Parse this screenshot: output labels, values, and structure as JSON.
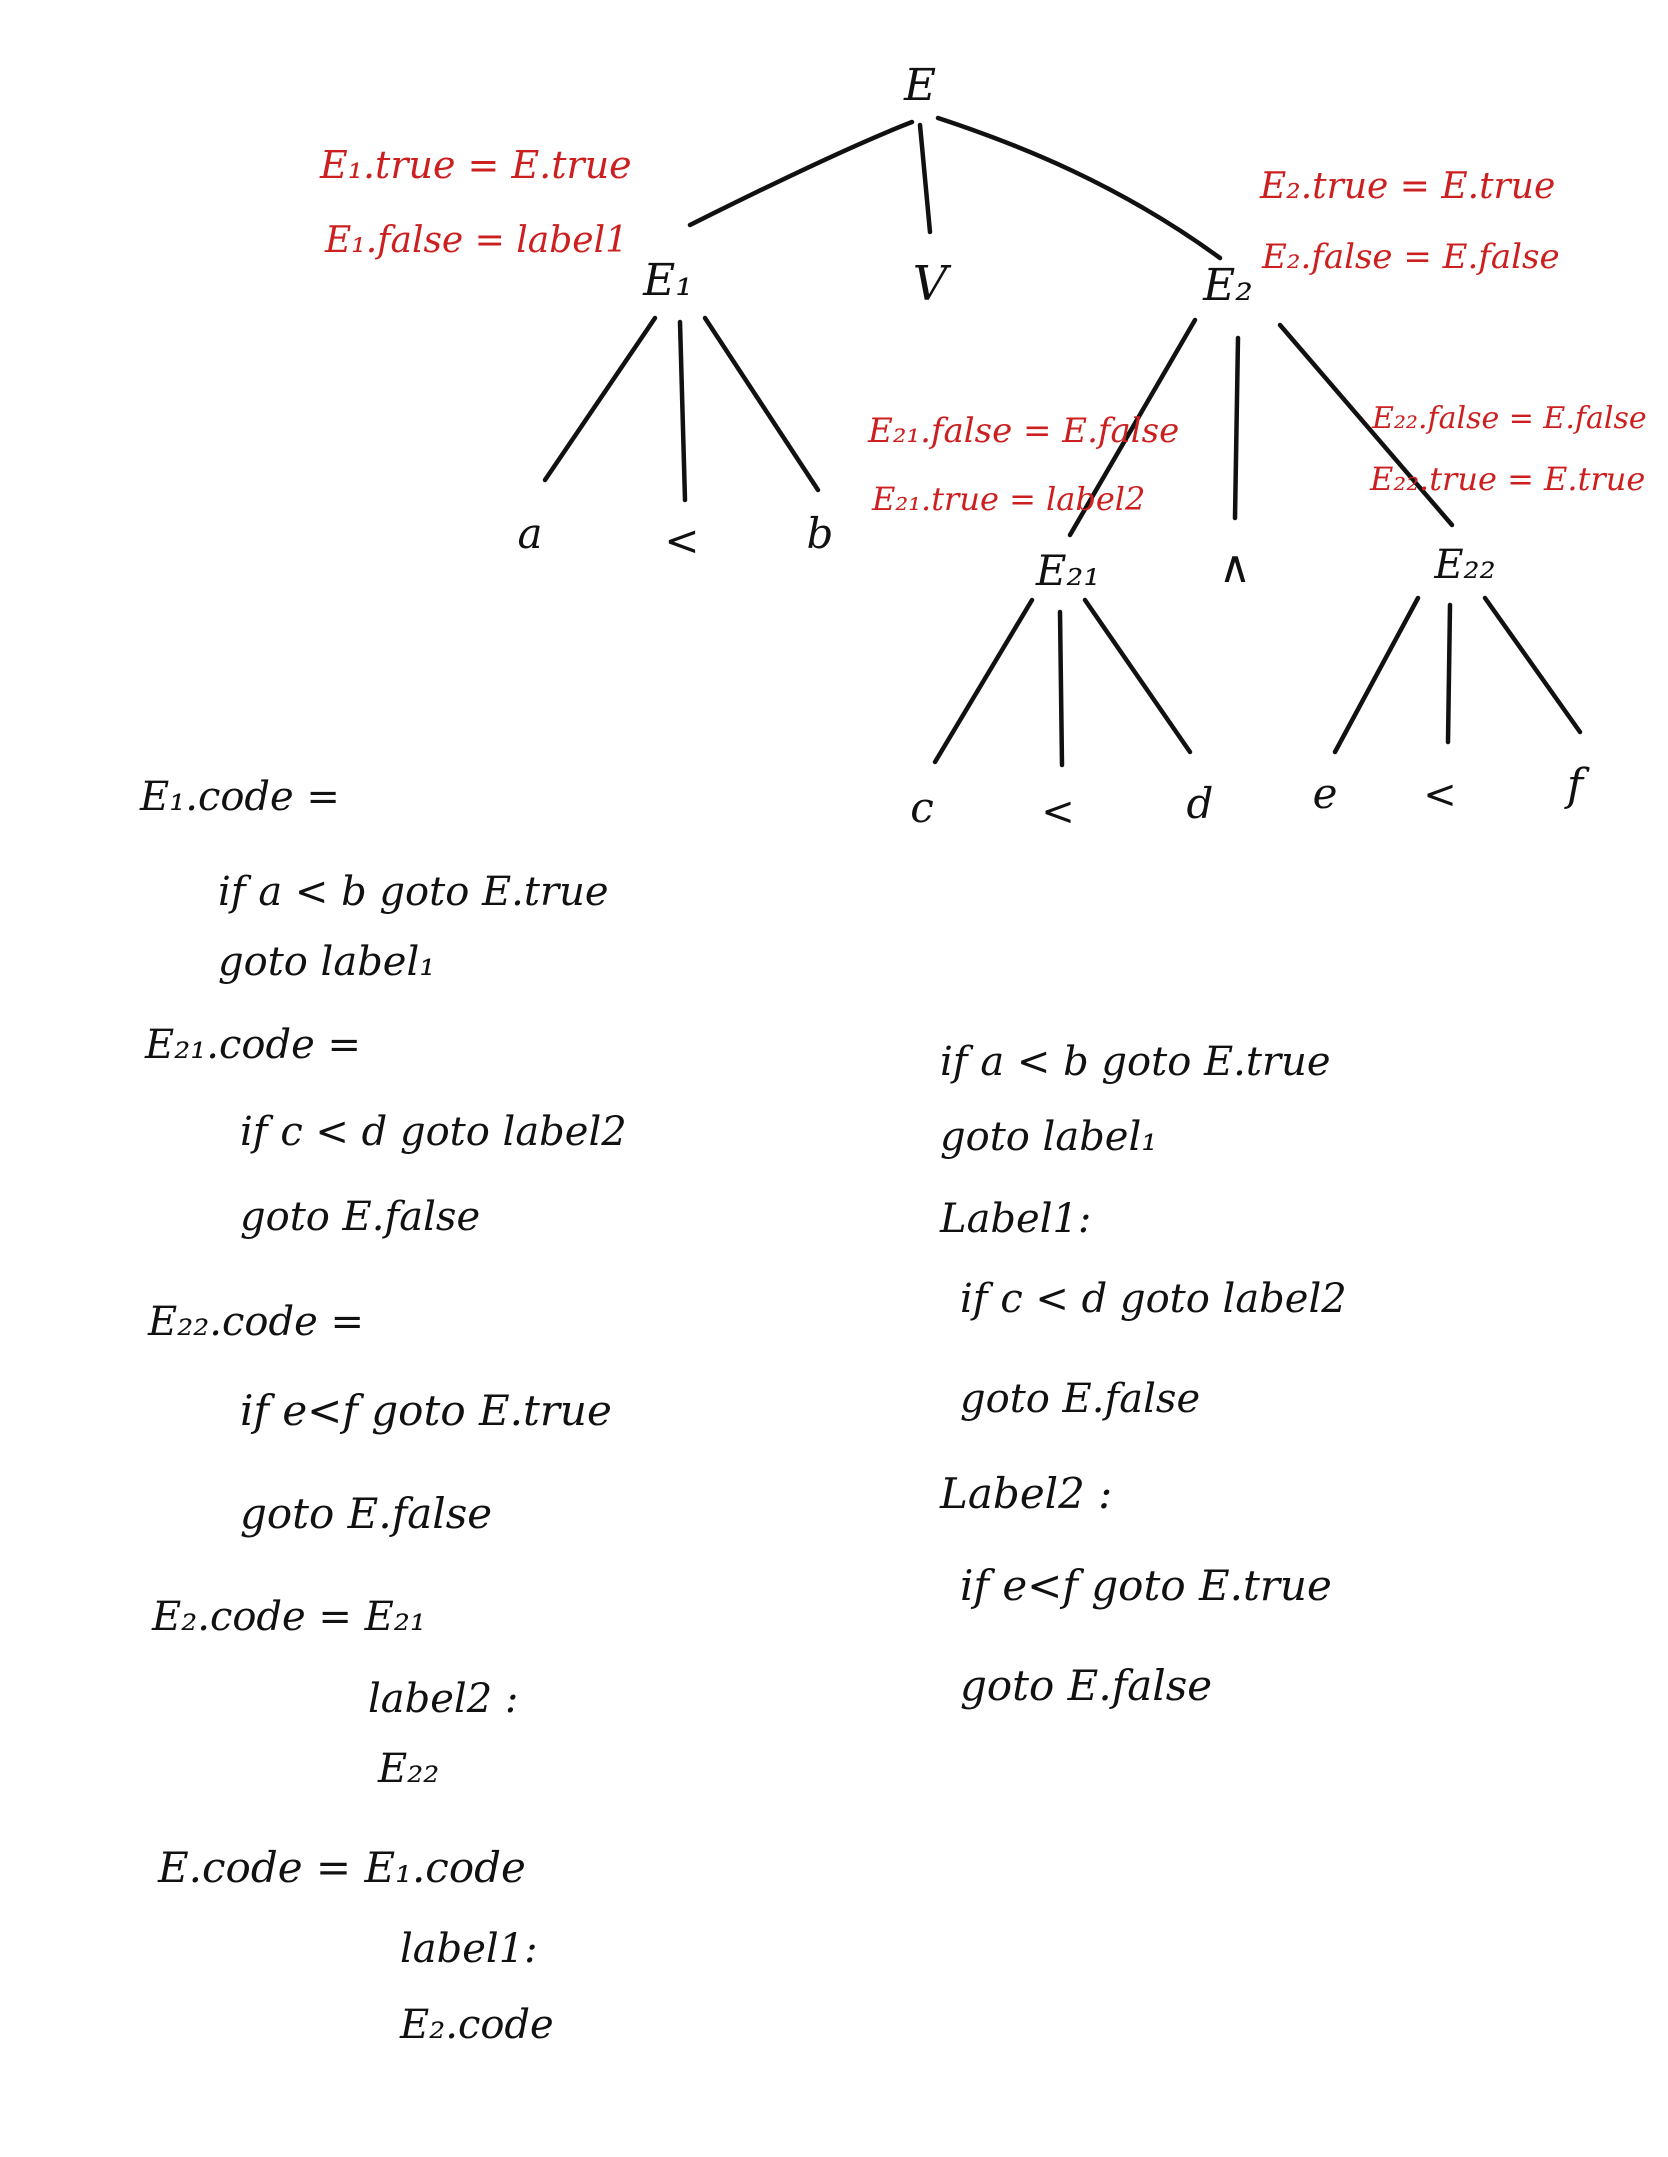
{
  "colors": {
    "ink": "#111111",
    "annotation": "#cc1f1f",
    "paper": "#ffffff"
  },
  "tree": {
    "nodes": {
      "E": "E",
      "E1": "E₁",
      "or": "V",
      "E2": "E₂",
      "a": "a",
      "lt1": "<",
      "b": "b",
      "E21": "E₂₁",
      "and": "∧",
      "E22": "E₂₂",
      "c": "c",
      "lt2": "<",
      "d": "d",
      "e": "e",
      "lt3": "<",
      "f": "f"
    },
    "annotations": {
      "e1_true": "E₁.true = E.true",
      "e1_false": "E₁.false = label1",
      "e2_true": "E₂.true = E.true",
      "e2_false": "E₂.false = E.false",
      "e21_false": "E₂₁.false = E.false",
      "e21_true": "E₂₁.true = label2",
      "e22_false": "E₂₂.false = E.false",
      "e22_true": "E₂₂.true = E.true"
    }
  },
  "code_left": {
    "e1_head": "E₁.code =",
    "e1_line1": "if a < b goto E.true",
    "e1_line2": "goto label₁",
    "e21_head": "E₂₁.code =",
    "e21_line1": "if c < d goto label2",
    "e21_line2": "goto E.false",
    "e22_head": "E₂₂.code =",
    "e22_line1": "if e<f goto E.true",
    "e22_line2": "goto E.false",
    "e2_head": "E₂.code = E₂₁",
    "e2_line1": "label2 :",
    "e2_line2": "E₂₂",
    "e_head": "E.code = E₁.code",
    "e_line1": "label1:",
    "e_line2": "E₂.code"
  },
  "code_right": {
    "line1": "if a < b goto E.true",
    "line2": "goto label₁",
    "line3": "Label1:",
    "line4": "if c < d goto label2",
    "line5": "goto E.false",
    "line6": "Label2 :",
    "line7": "if e<f goto E.true",
    "line8": "goto E.false"
  }
}
